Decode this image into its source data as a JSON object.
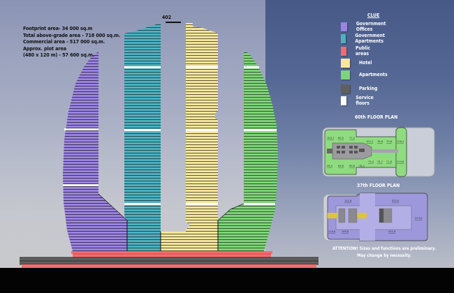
{
  "project_info": {
    "lines": [
      "Footprint area- 34 000 sq.m",
      "Total above-grade area - 718 000 sq.m.",
      "Commercial area - 517 000 sq.m.",
      "Approx. plot area",
      "(480 x 120 m) - 57 600 sq.m."
    ]
  },
  "height_dimension": "402",
  "legend": {
    "title": "CLUE",
    "items": [
      {
        "label": "Government Offices",
        "color": "#9b84e0"
      },
      {
        "label": "Government Apartments",
        "color": "#4fb1c0"
      },
      {
        "label": "Public areas",
        "color": "#f46b6b"
      },
      {
        "label": "Hotel",
        "color": "#f7e79e"
      },
      {
        "label": "Apartments",
        "color": "#7fd47a"
      },
      {
        "label": "Parking",
        "color": "#5f5f5f"
      },
      {
        "label": "Service floors",
        "color": "#ffffff"
      }
    ]
  },
  "floor_plan_60": {
    "title": "60th FLOOR PLAN",
    "color": "#8fdc80",
    "rooms_top": [
      "104,7",
      "69,5",
      "77,2",
      "102,2",
      "76,6",
      "79,8",
      "126,3"
    ],
    "rooms_bottom": [
      "96,5",
      "69,8",
      "69,8",
      "78,1",
      "79,4",
      "74,7",
      "71,8",
      "113,8"
    ]
  },
  "floor_plan_37": {
    "title": "37th FLOOR PLAN",
    "color": "#9d97dc",
    "rooms": [
      "121,8",
      "423,0",
      "374,0",
      "218,8",
      "169,8",
      "502,6"
    ]
  },
  "notice": {
    "line1": "ATTENTION! Sizes and functions are preliminary.",
    "line2": "May change by necessity."
  }
}
